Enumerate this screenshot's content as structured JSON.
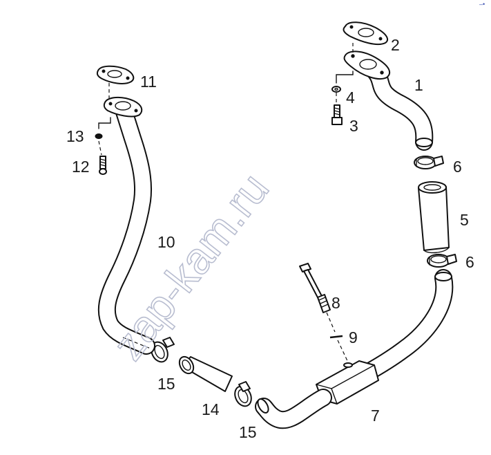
{
  "watermark": "zap-kam.ru",
  "corner_mark": "–•",
  "callouts": {
    "c1": "1",
    "c2": "2",
    "c3": "3",
    "c4": "4",
    "c5": "5",
    "c6a": "6",
    "c6b": "6",
    "c7": "7",
    "c8": "8",
    "c9": "9",
    "c10": "10",
    "c11": "11",
    "c12": "12",
    "c13": "13",
    "c14": "14",
    "c15a": "15",
    "c15b": "15"
  }
}
